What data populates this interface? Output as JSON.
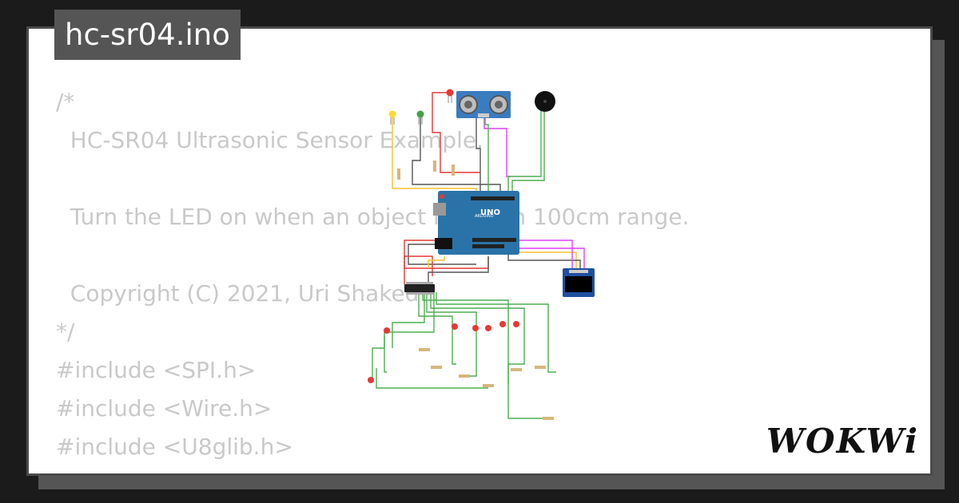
{
  "title": "hc-sr04.ino",
  "code_lines": [
    "/*",
    "  HC-SR04 Ultrasonic Sensor Example.",
    "",
    "  Turn the LED on when an object is within 100cm range.",
    "",
    "  Copyright (C) 2021, Uri Shaked",
    "*/",
    "#include <SPI.h>",
    "#include <Wire.h>",
    "#include <U8glib.h>"
  ],
  "brand": "WOKWi",
  "board_label": "UNO",
  "board_brand": "ARDUINO",
  "colors": {
    "background": "#1b1b1b",
    "card": "#ffffff",
    "title_tab": "#555555",
    "code_text": "#c9c9c9",
    "board": "#2a73a8",
    "wire_green": "#4caf50",
    "wire_red": "#e53935",
    "wire_pink": "#e040fb",
    "wire_yellow": "#fbc02d",
    "wire_gray": "#555555",
    "led_red": "#e53935"
  }
}
